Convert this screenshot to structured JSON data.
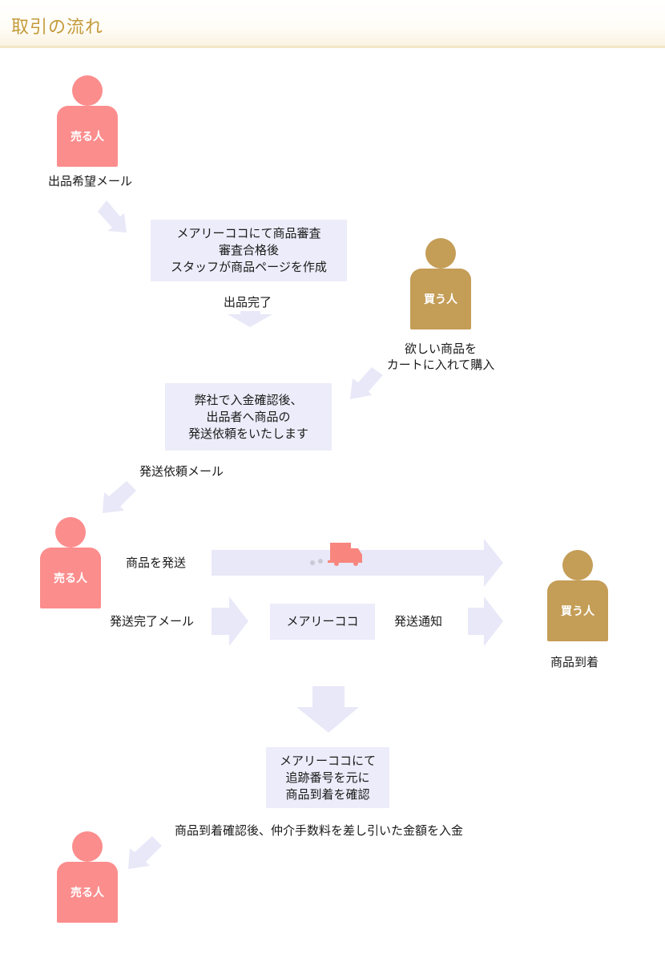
{
  "header": {
    "title": "取引の流れ"
  },
  "roles": {
    "seller": "売る人",
    "buyer": "買う人"
  },
  "labels": {
    "listing_request_mail": "出品希望メール",
    "listing_complete": "出品完了",
    "buyer_action_1": "欲しい商品を",
    "buyer_action_2": "カートに入れて購入",
    "shipping_request_mail": "発送依頼メール",
    "ship_item": "商品を発送",
    "shipping_complete_mail": "発送完了メール",
    "shipping_notice": "発送通知",
    "item_arrived": "商品到着",
    "payout": "商品到着確認後、仲介手数料を差し引いた金額を入金"
  },
  "boxes": {
    "review": [
      "メアリーココにて商品審査",
      "審査合格後",
      "スタッフが商品ページを作成"
    ],
    "payment": [
      "弊社で入金確認後、",
      "出品者へ商品の",
      "発送依頼をいたします"
    ],
    "marycoco": [
      "メアリーココ"
    ],
    "tracking": [
      "メアリーココにて",
      "追跡番号を元に",
      "商品到着を確認"
    ]
  },
  "colors": {
    "seller": "#fc8d8d",
    "buyer": "#c49d57",
    "box": "#ececfa",
    "arrow": "#e8e8f8",
    "truck": "#f8867e",
    "title": "#c49a3a"
  }
}
